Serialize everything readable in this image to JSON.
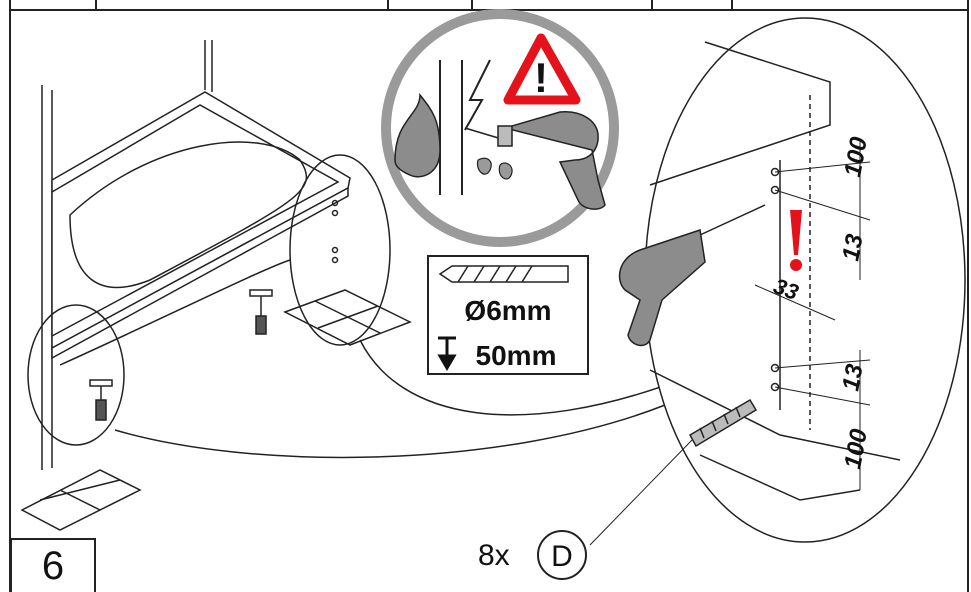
{
  "step": {
    "number": "6"
  },
  "drill_spec": {
    "diameter": "Ø6mm",
    "depth": "50mm"
  },
  "dimensions": {
    "top_spacing": "100",
    "hole_gap_upper": "13",
    "edge_offset": "33",
    "hole_gap_lower": "13",
    "bottom_spacing": "100"
  },
  "warning": {
    "symbol": "!"
  },
  "parts": {
    "quantity": "8x",
    "part_id": "D"
  },
  "colors": {
    "line": "#222222",
    "warning_red": "#e3121b",
    "circle_grey": "#9a9a9a",
    "tool_grey": "#8c8c8c"
  },
  "icons": [
    "warning-triangle-icon",
    "drill-bit-icon",
    "depth-arrow-icon",
    "exclamation-icon"
  ]
}
